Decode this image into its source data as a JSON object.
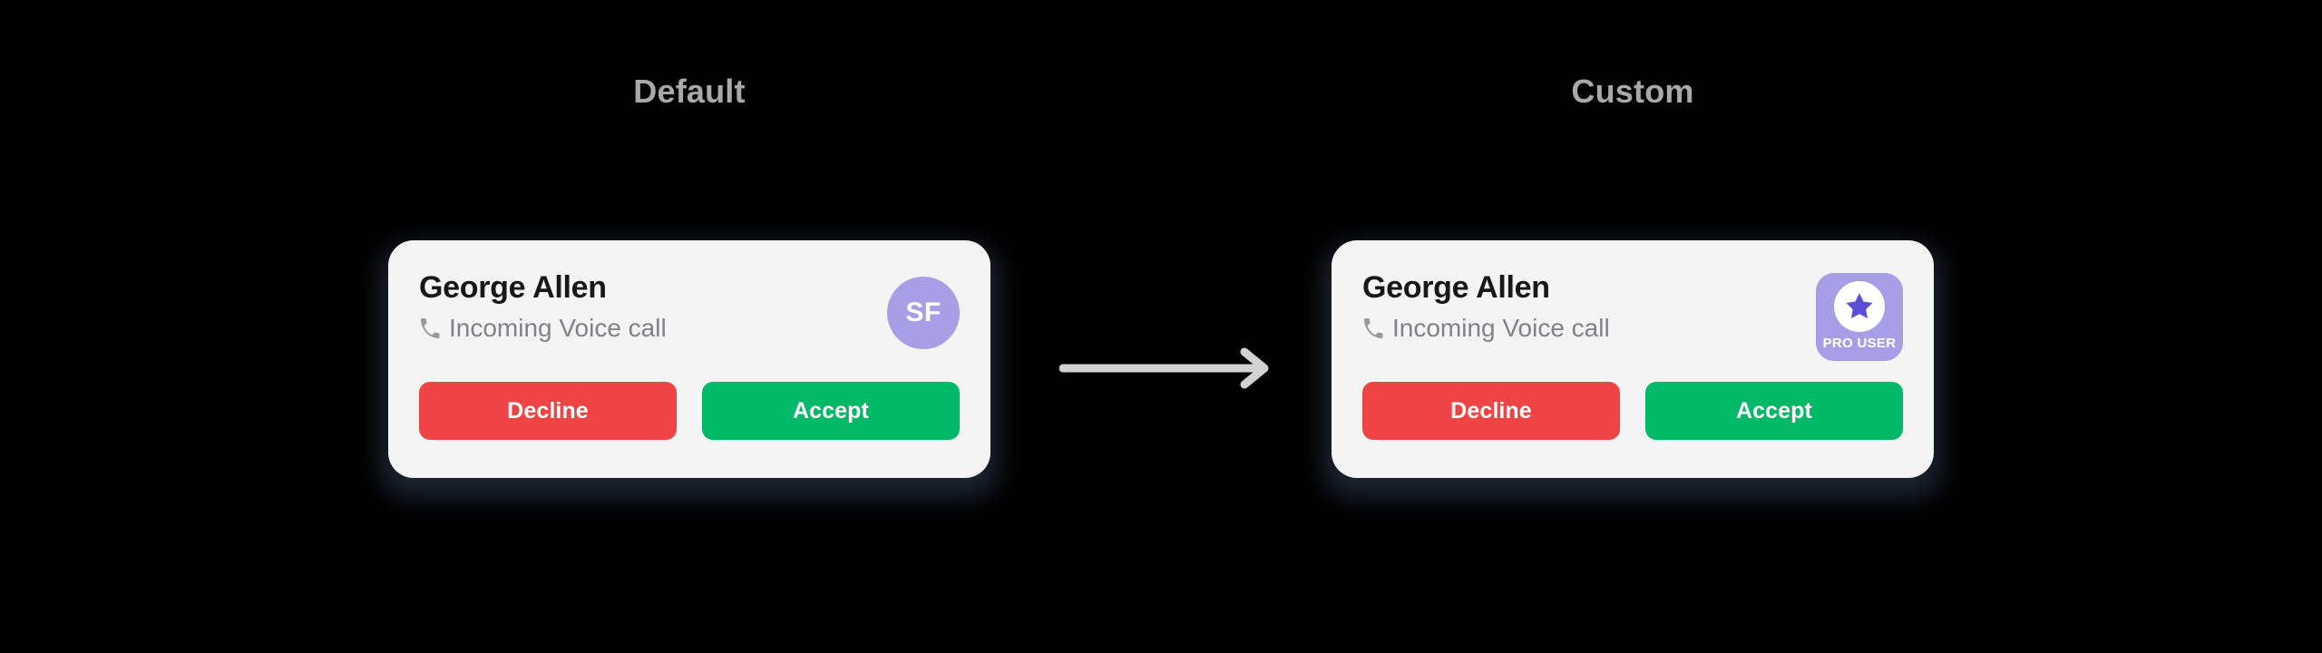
{
  "background_color": "#000000",
  "columns": [
    {
      "title": "Default",
      "variant": "default"
    },
    {
      "title": "Custom",
      "variant": "custom"
    }
  ],
  "transition": {
    "arrow_icon": "arrow-right-icon",
    "arrow_color": "#d2d2d2",
    "direction": "right"
  },
  "card": {
    "background_color": "#f4f4f5",
    "caller_name": "George Allen",
    "call_status": "Incoming Voice call",
    "call_status_icon": "phone-icon",
    "buttons": {
      "decline_label": "Decline",
      "decline_color": "#ef4444",
      "accept_label": "Accept",
      "accept_color": "#00b865"
    }
  },
  "default_card": {
    "avatar": {
      "initials": "SF",
      "shape": "circle",
      "background_color": "#a79fe6",
      "text_color": "#ffffff"
    }
  },
  "custom_card": {
    "badge": {
      "label": "PRO USER",
      "icon": "star-icon",
      "shape": "rounded-square",
      "background_color": "#a79fe6",
      "icon_circle_color": "#ffffff",
      "icon_color": "#5b4fd8",
      "text_color": "#ffffff"
    }
  }
}
